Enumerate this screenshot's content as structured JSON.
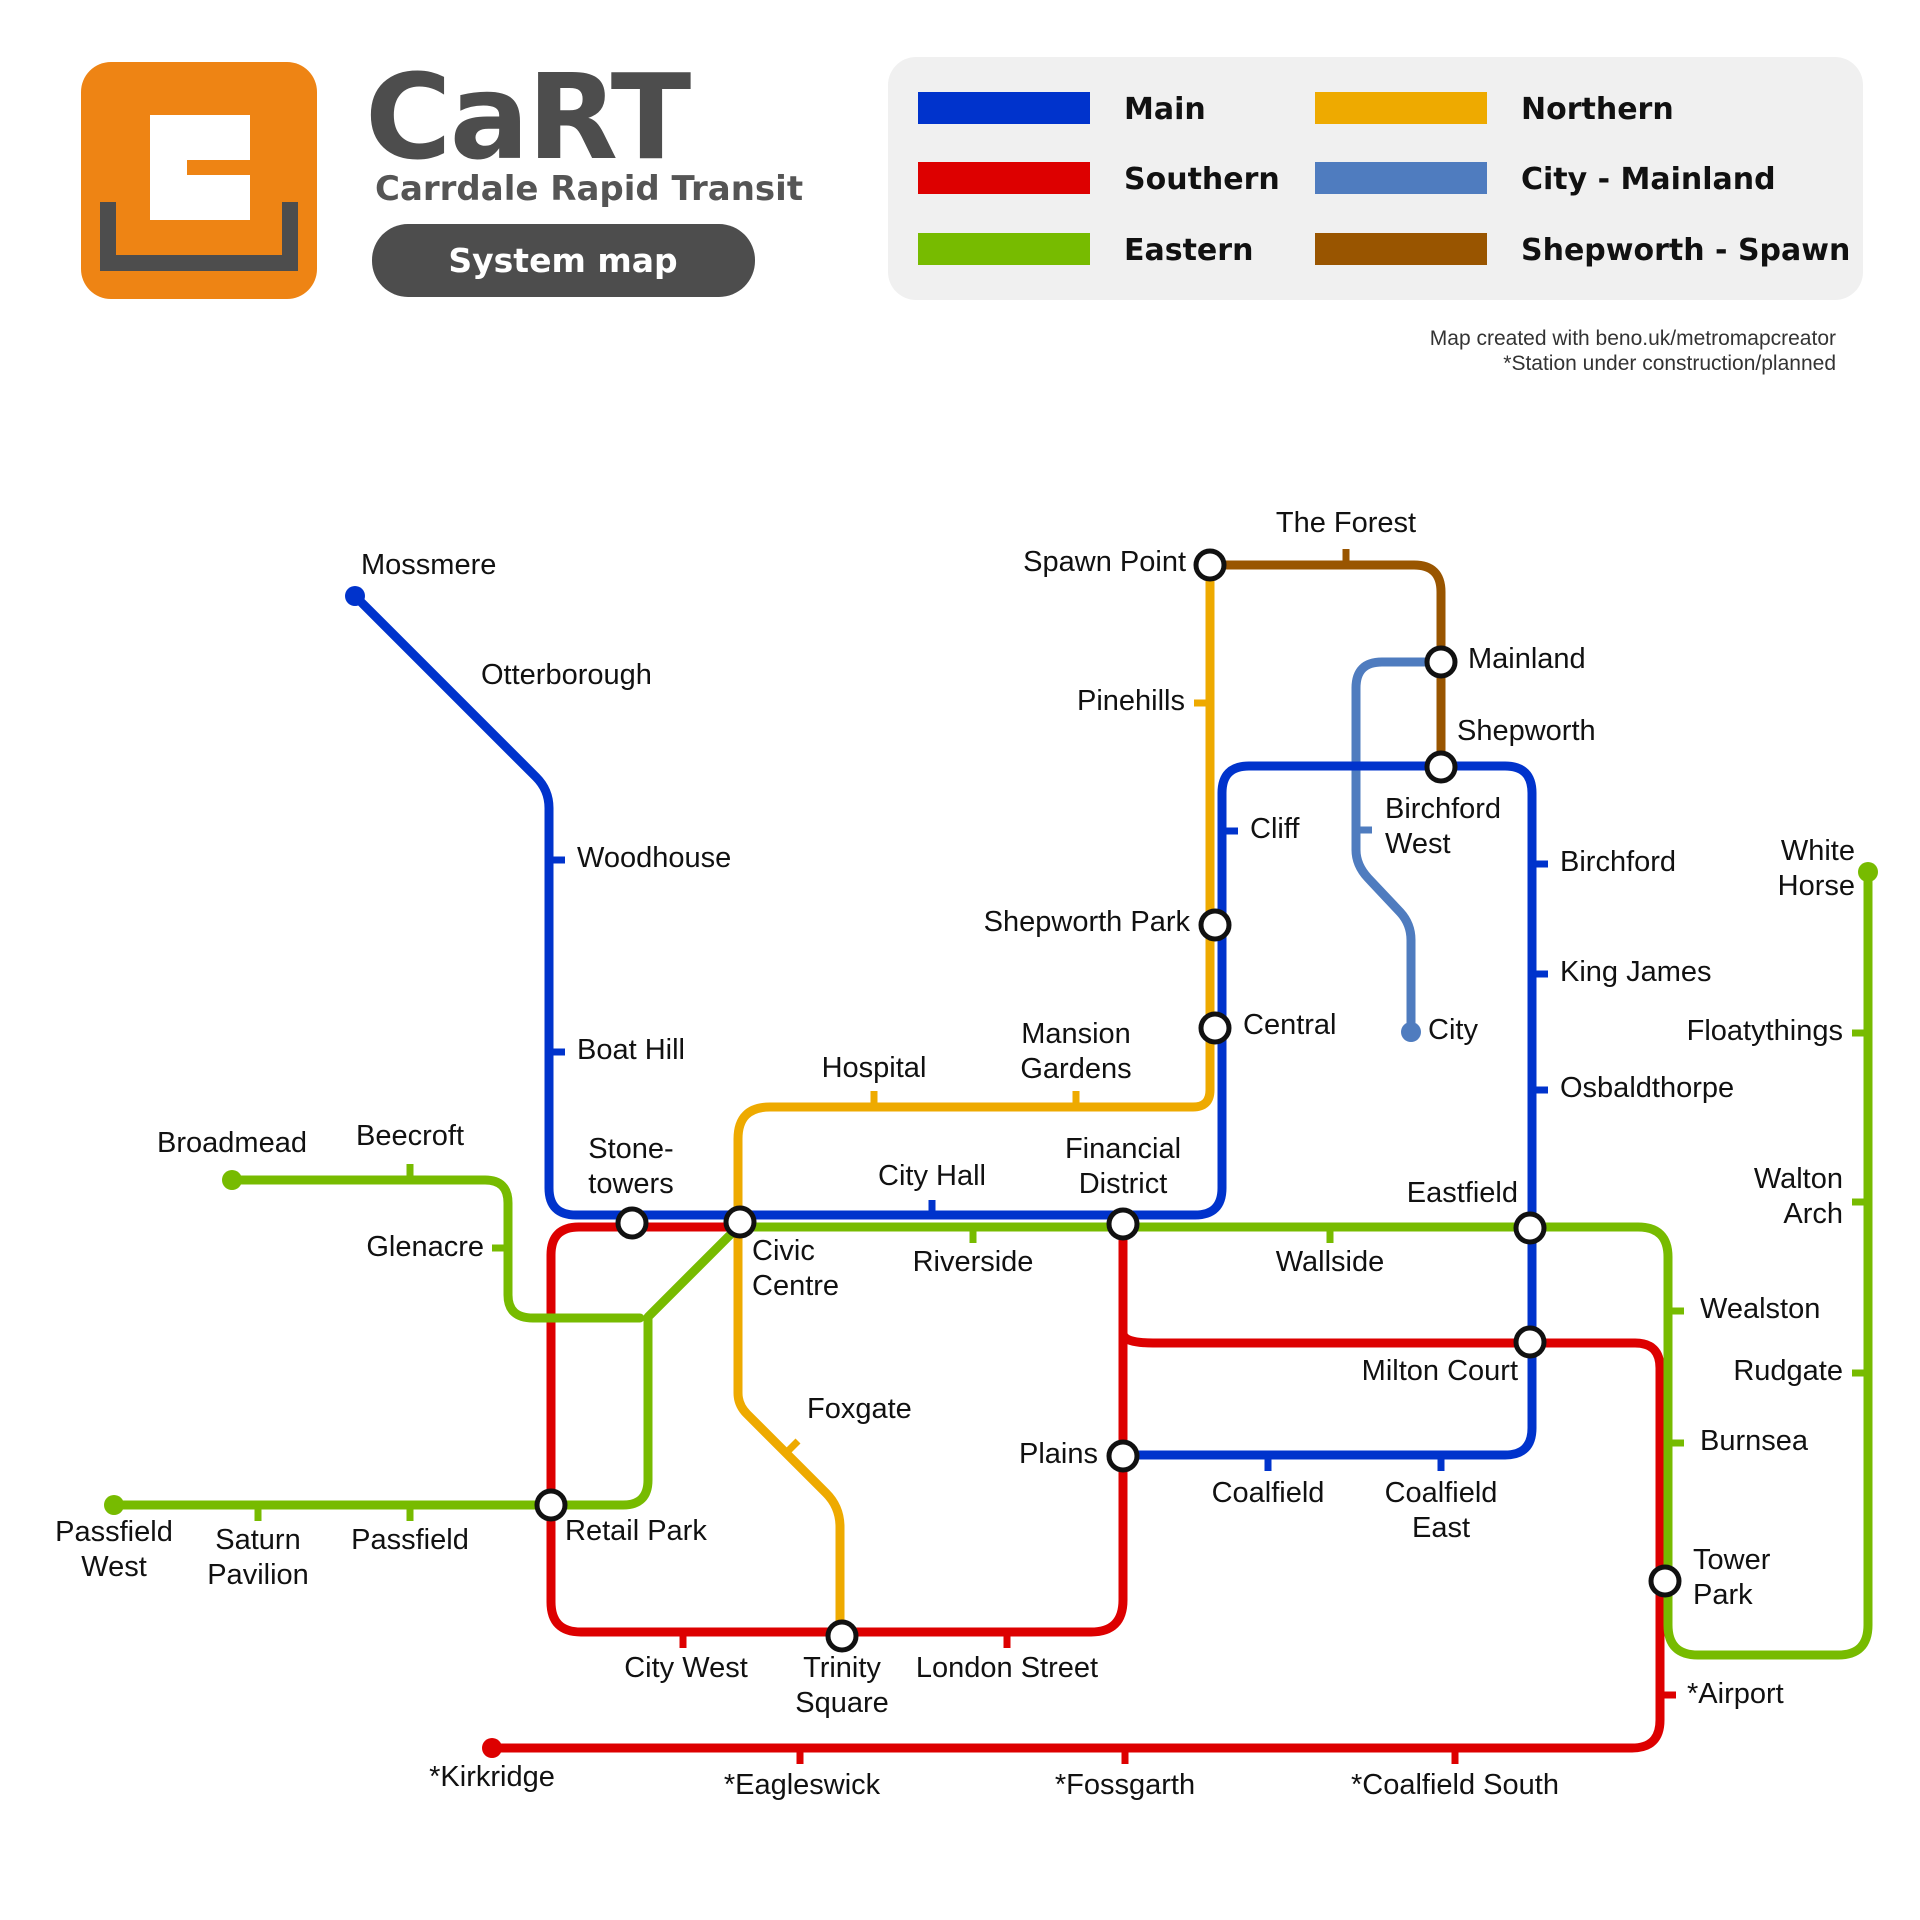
{
  "header": {
    "title": "CaRT",
    "subtitle": "Carrdale Rapid Transit",
    "pill_label": "System map",
    "logo_color": "#ee8414",
    "dark_color": "#4d4d4d"
  },
  "legend": {
    "items": [
      {
        "label": "Main",
        "color": "#0033cc"
      },
      {
        "label": "Southern",
        "color": "#dd0000"
      },
      {
        "label": "Eastern",
        "color": "#77bb00"
      },
      {
        "label": "Northern",
        "color": "#eeaa00"
      },
      {
        "label": "City - Mainland",
        "color": "#4f7cbf"
      },
      {
        "label": "Shepworth - Spawn",
        "color": "#995500"
      }
    ]
  },
  "credits": {
    "line1": "Map created with beno.uk/metromapcreator",
    "line2": "*Station under construction/planned"
  },
  "lines": [
    {
      "id": "main",
      "name": "Main",
      "color": "#0033cc"
    },
    {
      "id": "southern",
      "name": "Southern",
      "color": "#dd0000"
    },
    {
      "id": "eastern",
      "name": "Eastern",
      "color": "#77bb00"
    },
    {
      "id": "northern",
      "name": "Northern",
      "color": "#eeaa00"
    },
    {
      "id": "city_mainland",
      "name": "City - Mainland",
      "color": "#4f7cbf"
    },
    {
      "id": "shepworth_spawn",
      "name": "Shepworth - Spawn",
      "color": "#995500"
    }
  ],
  "stations": [
    {
      "id": "mossmere",
      "name": "Mossmere"
    },
    {
      "id": "otterborough",
      "name": "Otterborough"
    },
    {
      "id": "woodhouse",
      "name": "Woodhouse"
    },
    {
      "id": "boat_hill",
      "name": "Boat Hill"
    },
    {
      "id": "stonetowers",
      "name": "Stone-\ntowers"
    },
    {
      "id": "civic_centre",
      "name": "Civic\nCentre"
    },
    {
      "id": "city_hall",
      "name": "City Hall"
    },
    {
      "id": "financial_district",
      "name": "Financial\nDistrict"
    },
    {
      "id": "cliff",
      "name": "Cliff"
    },
    {
      "id": "shepworth",
      "name": "Shepworth"
    },
    {
      "id": "birchford",
      "name": "Birchford"
    },
    {
      "id": "king_james",
      "name": "King James"
    },
    {
      "id": "osbaldthorpe",
      "name": "Osbaldthorpe"
    },
    {
      "id": "eastfield",
      "name": "Eastfield"
    },
    {
      "id": "milton_court",
      "name": "Milton Court"
    },
    {
      "id": "coalfield_east",
      "name": "Coalfield\nEast"
    },
    {
      "id": "coalfield",
      "name": "Coalfield"
    },
    {
      "id": "plains",
      "name": "Plains"
    },
    {
      "id": "spawn_point",
      "name": "Spawn Point"
    },
    {
      "id": "pinehills",
      "name": "Pinehills"
    },
    {
      "id": "shepworth_park",
      "name": "Shepworth Park"
    },
    {
      "id": "central",
      "name": "Central"
    },
    {
      "id": "mansion_gardens",
      "name": "Mansion\nGardens"
    },
    {
      "id": "hospital",
      "name": "Hospital"
    },
    {
      "id": "foxgate",
      "name": "Foxgate"
    },
    {
      "id": "trinity_square",
      "name": "Trinity\nSquare"
    },
    {
      "id": "the_forest",
      "name": "The Forest"
    },
    {
      "id": "mainland",
      "name": "Mainland"
    },
    {
      "id": "birchford_west",
      "name": "Birchford\nWest"
    },
    {
      "id": "city",
      "name": "City"
    },
    {
      "id": "retail_park",
      "name": "Retail Park"
    },
    {
      "id": "city_west",
      "name": "City West"
    },
    {
      "id": "london_street",
      "name": "London Street"
    },
    {
      "id": "tower_park",
      "name": "Tower\nPark"
    },
    {
      "id": "airport",
      "name": "*Airport"
    },
    {
      "id": "coalfield_south",
      "name": "*Coalfield South"
    },
    {
      "id": "fossgarth",
      "name": "*Fossgarth"
    },
    {
      "id": "eagleswick",
      "name": "*Eagleswick"
    },
    {
      "id": "kirkridge",
      "name": "*Kirkridge"
    },
    {
      "id": "broadmead",
      "name": "Broadmead"
    },
    {
      "id": "beecroft",
      "name": "Beecroft"
    },
    {
      "id": "glenacre",
      "name": "Glenacre"
    },
    {
      "id": "passfield_west",
      "name": "Passfield\nWest"
    },
    {
      "id": "saturn_pavilion",
      "name": "Saturn\nPavilion"
    },
    {
      "id": "passfield",
      "name": "Passfield"
    },
    {
      "id": "riverside",
      "name": "Riverside"
    },
    {
      "id": "wallside",
      "name": "Wallside"
    },
    {
      "id": "wealston",
      "name": "Wealston"
    },
    {
      "id": "burnsea",
      "name": "Burnsea"
    },
    {
      "id": "rudgate",
      "name": "Rudgate"
    },
    {
      "id": "walton_arch",
      "name": "Walton\nArch"
    },
    {
      "id": "floatythings",
      "name": "Floatythings"
    },
    {
      "id": "white_horse",
      "name": "White\nHorse"
    }
  ]
}
